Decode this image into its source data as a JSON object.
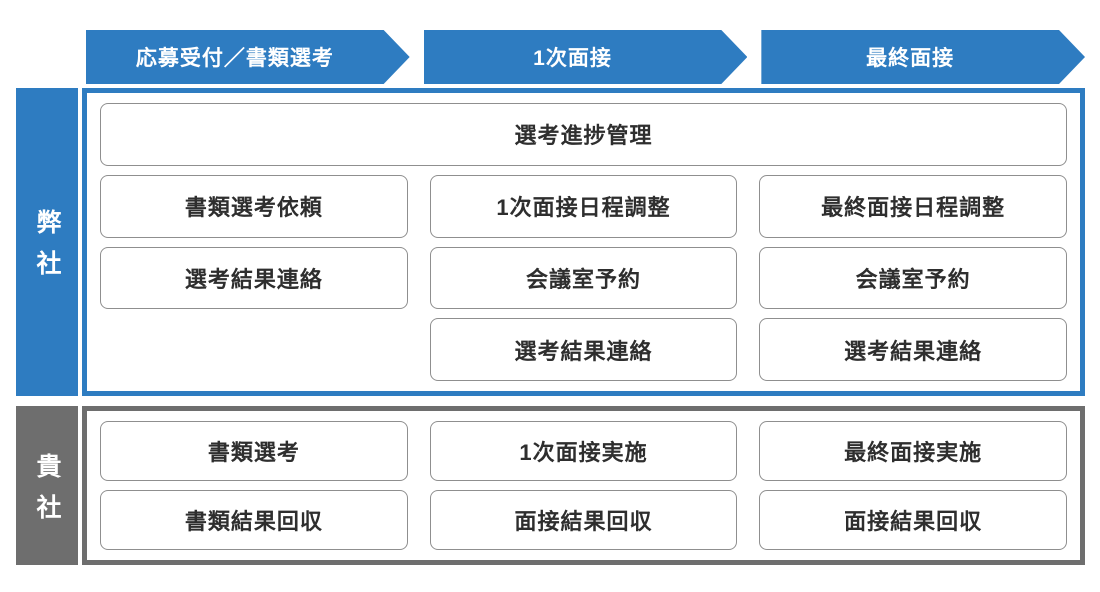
{
  "header": {
    "stages": [
      {
        "label": "応募受付／書類選考"
      },
      {
        "label": "1次面接"
      },
      {
        "label": "最終面接"
      }
    ]
  },
  "our_company": {
    "label": "弊社",
    "full_width_task": "選考進捗管理",
    "tasks": {
      "row1": [
        "書類選考依頼",
        "1次面接日程調整",
        "最終面接日程調整"
      ],
      "row2": [
        "選考結果連絡",
        "会議室予約",
        "会議室予約"
      ],
      "row3": [
        "",
        "選考結果連絡",
        "選考結果連絡"
      ]
    }
  },
  "client_company": {
    "label": "貴社",
    "tasks": {
      "row1": [
        "書類選考",
        "1次面接実施",
        "最終面接実施"
      ],
      "row2": [
        "書類結果回収",
        "面接結果回収",
        "面接結果回収"
      ]
    }
  },
  "colors": {
    "accent_blue": "#2E7CC1",
    "accent_gray": "#6E6E6E",
    "box_border": "#8F8F8F",
    "text_dark": "#2E2E2E"
  }
}
